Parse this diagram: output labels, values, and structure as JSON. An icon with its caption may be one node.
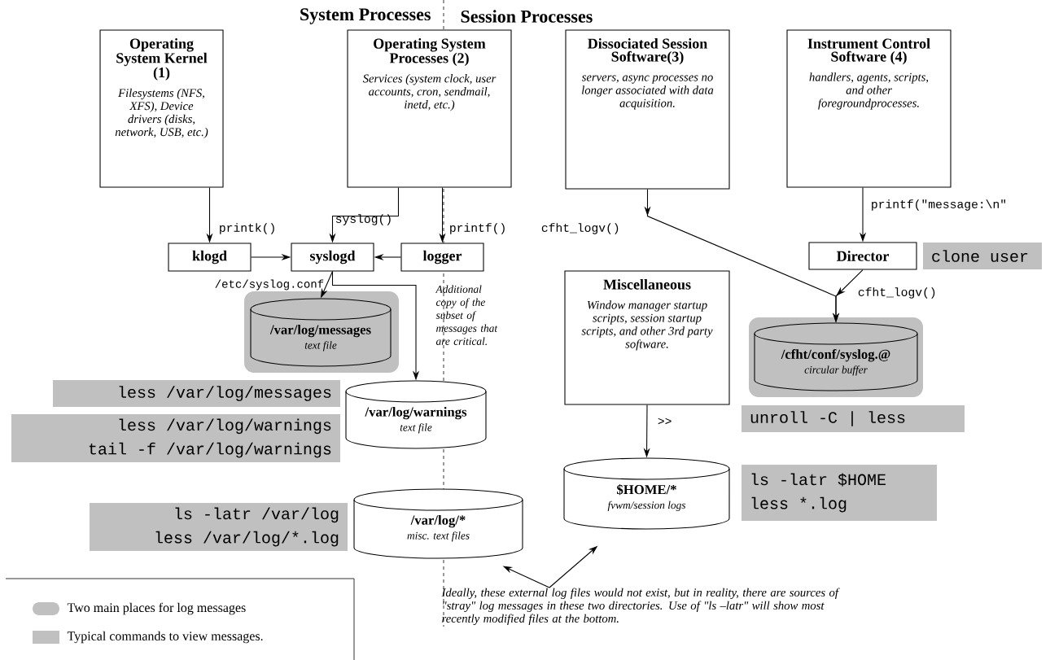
{
  "diagram": {
    "nodes": [
      {
        "text": [
          "Operating System Kernel (1)",
          "Filesystems (NFS, XFS), Device drivers (disks, network, USB, etc.)"
        ]
      },
      {
        "text": [
          "Operating System Processes (2)",
          "Services (system clock, user accounts, cron, sendmail, inetd, etc.)"
        ]
      },
      {
        "text": [
          "Dissociated Session Software(3)",
          "servers, async processes no longer associated with data acquisition."
        ]
      },
      {
        "text": [
          "Instrument Control Software (4)",
          "handlers, agents, scripts, and other foregroundprocesses."
        ]
      },
      {
        "text": [
          "klogd"
        ]
      },
      {
        "text": [
          "syslogd"
        ]
      },
      {
        "text": [
          "logger"
        ]
      },
      {
        "text": [
          "Director"
        ]
      },
      {
        "text": [
          "Miscellaneous",
          "Window manager startup scripts, session startup scripts, and other 3rd party software."
        ]
      },
      {
        "text": [
          "/var/log/messages",
          "text file"
        ]
      },
      {
        "text": [
          "/cfht/conf/syslog.@",
          "circular buffer"
        ]
      },
      {
        "text": [
          "/var/log/warnings",
          "text file"
        ]
      },
      {
        "text": [
          "$HOME/*",
          "fvwm/session logs"
        ]
      },
      {
        "text": [
          "/var/log/*",
          "misc. text files"
        ]
      },
      {
        "text": [
          "Ideally, these external log files would not exist, but in reality, there are sources of \"stray\" log messages in these two directories. Use of \"ls –latr\" will show most recently modified files at the bottom."
        ]
      },
      {
        "text": [
          "less /var/log/messages"
        ]
      },
      {
        "text": [
          "less /var/log/warnings",
          "tail -f /var/log/warnings"
        ]
      },
      {
        "text": [
          "ls -latr /var/log",
          "less /var/log/*.log"
        ]
      },
      {
        "text": [
          "clone user"
        ]
      },
      {
        "text": [
          "unroll -C | less"
        ]
      },
      {
        "text": [
          "ls -latr $HOME",
          "less *.log"
        ]
      }
    ],
    "edges": [
      {
        "from": 0,
        "to": 4,
        "arrow": "to",
        "label": "printk()"
      },
      {
        "from": 1,
        "to": 5,
        "arrow": "to",
        "label": "syslog()"
      },
      {
        "from": 1,
        "to": 6,
        "arrow": "to",
        "label": "printf()"
      },
      {
        "from": 4,
        "to": 5,
        "arrow": "to"
      },
      {
        "from": 6,
        "to": 5,
        "arrow": "to"
      },
      {
        "from": 5,
        "to": 9,
        "arrow": "to"
      },
      {
        "from": 5,
        "to": 11,
        "arrow": "to",
        "label": "Additional copy of the subset of messages that are critical."
      },
      {
        "from": 2,
        "to": 10,
        "arrow": "to",
        "label": "cfht_logv()"
      },
      {
        "from": 3,
        "to": 7,
        "arrow": "to",
        "label": "printf(\"message:\\n\""
      },
      {
        "from": 7,
        "to": 10,
        "arrow": "to",
        "label": "cfht_logv()"
      },
      {
        "from": 8,
        "to": 12,
        "arrow": "to",
        "label": ">>"
      },
      {
        "from": 14,
        "to": 13,
        "arrow": "to"
      },
      {
        "from": 14,
        "to": 12,
        "arrow": "to"
      }
    ],
    "labels": [
      "System Processes",
      "Session Processes",
      "/etc/syslog.conf"
    ],
    "legend": [
      {
        "text": "Two main places for log messages",
        "color": "#c0c0c0"
      },
      {
        "text": "Typical commands to view messages.",
        "color": "#c0c0c0"
      }
    ]
  }
}
